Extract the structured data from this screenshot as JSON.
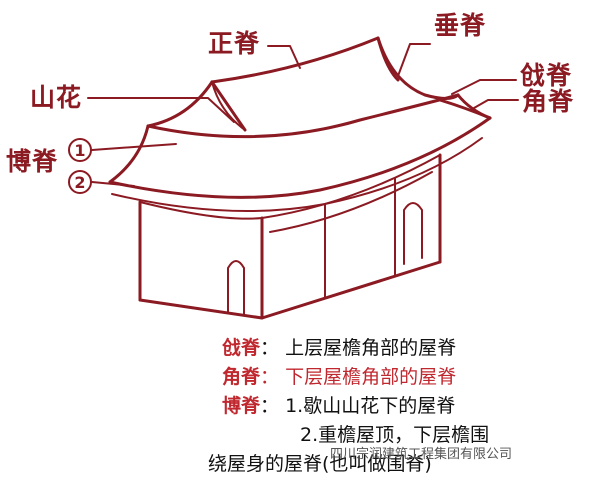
{
  "colors": {
    "structure": "#8b1a22",
    "term_highlight": "#c0282f",
    "body_text": "#111111"
  },
  "callouts": {
    "zhengji": "正脊",
    "chuiji": "垂脊",
    "qiangji": "戗脊",
    "jiaoji": "角脊",
    "shanhua": "山花",
    "boji": "博脊"
  },
  "markers": {
    "one": "1",
    "two": "2"
  },
  "legend": {
    "qiangji_term": "戗脊",
    "qiangji_desc": "上层屋檐角部的屋脊",
    "jiaoji_term": "角脊",
    "jiaoji_desc": "下层屋檐角部的屋脊",
    "boji_term": "博脊",
    "boji_desc_1": "1.歇山山花下的屋脊",
    "boji_desc_2": "2.重檐屋顶，下层檐围",
    "boji_desc_3": "绕屋身的屋脊(也叫做围脊)"
  },
  "watermark": "四川宗润建筑工程集团有限公司"
}
